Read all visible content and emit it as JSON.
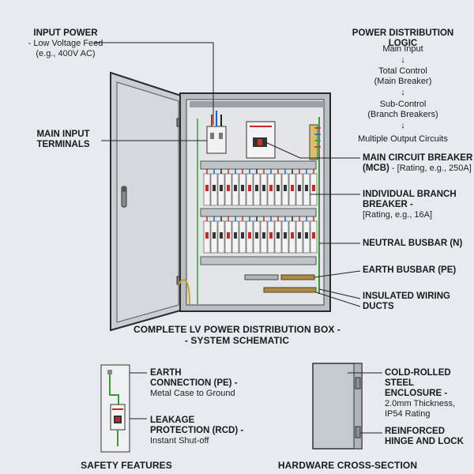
{
  "input_power": {
    "title": "INPUT POWER",
    "line1": "- Low Voltage Feed",
    "line2": "(e.g., 400V AC)"
  },
  "logic": {
    "title": "POWER DISTRIBUTION LOGIC",
    "step1": "Main Input",
    "step2a": "Total Control",
    "step2b": "(Main Breaker)",
    "step3a": "Sub-Control",
    "step3b": "(Branch Breakers)",
    "step4": "Multiple Output Circuits",
    "arrow": "↓"
  },
  "main_input": {
    "line1": "MAIN INPUT",
    "line2": "TERMINALS"
  },
  "mcb": {
    "line1": "MAIN CIRCUIT BREAKER",
    "line2_bold": "(MCB)",
    "line2_note": " - [Rating, e.g., 250A]"
  },
  "branch": {
    "line1": "INDIVIDUAL BRANCH",
    "line2": "BREAKER -",
    "line3": "[Rating, e.g., 16A]"
  },
  "neutral": {
    "label": "NEUTRAL BUSBAR (N)"
  },
  "earth_busbar": {
    "label": "EARTH BUSBAR (PE)"
  },
  "ducts": {
    "line1": "INSULATED WIRING",
    "line2": "DUCTS"
  },
  "main_caption": {
    "line1": "COMPLETE LV POWER DISTRIBUTION BOX -",
    "line2": "- SYSTEM SCHEMATIC"
  },
  "earth_conn": {
    "line1": "EARTH",
    "line2": "CONNECTION (PE) -",
    "line3": "Metal Case to Ground"
  },
  "leakage": {
    "line1": "LEAKAGE",
    "line2": "PROTECTION (RCD) -",
    "line3": "Instant Shut-off"
  },
  "enclosure": {
    "line1": "COLD-ROLLED",
    "line2": "STEEL ENCLOSURE -",
    "line3": "2.0mm Thickness,",
    "line4": "IP54 Rating"
  },
  "hinge": {
    "line1": "REINFORCED",
    "line2": "HINGE AND LOCK"
  },
  "captions": {
    "safety": "SAFETY FEATURES",
    "hardware": "HARDWARE CROSS-SECTION"
  }
}
